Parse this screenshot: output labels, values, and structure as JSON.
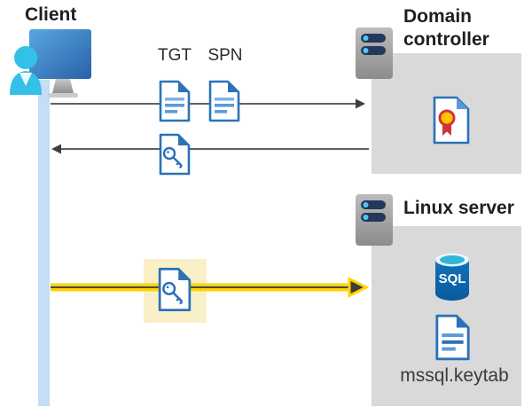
{
  "diagram": {
    "title_labels": {
      "client": "Client",
      "domain_controller": "Domain controller",
      "linux_server": "Linux server"
    },
    "ticket_labels": {
      "tgt": "TGT",
      "spn": "SPN"
    },
    "file_labels": {
      "keytab": "mssql.keytab",
      "sql_badge": "SQL"
    },
    "icons": {
      "client-workstation-icon": "blue monitor with cyan person",
      "server-icon": "gray server tower with two navy slots and cyan leds",
      "tgt-document-icon": "blue outlined document with text lines",
      "spn-document-icon": "blue outlined document with text lines",
      "key-file-icon": "blue outlined document with key glyph",
      "certificate-icon": "document with red and yellow rosette seal",
      "sql-database-icon": "blue cylinder database labeled SQL",
      "keytab-document-icon": "blue outlined document with text lines"
    },
    "colors": {
      "doc_border_blue": "#2b72b8",
      "doc_line_blue": "#5b9bd5",
      "box_gray": "#d9d9d9",
      "client_bar_blue": "#c5ddf6",
      "arrow_gray": "#4a4a4a",
      "highlight_yellow_arrow": "#ffd400",
      "highlight_square_cream": "#faf0c8",
      "person_cyan": "#35c1e7",
      "sql_azure_blue": "#0f6bb4",
      "seal_red": "#d13438",
      "seal_yellow": "#ffc600"
    }
  }
}
